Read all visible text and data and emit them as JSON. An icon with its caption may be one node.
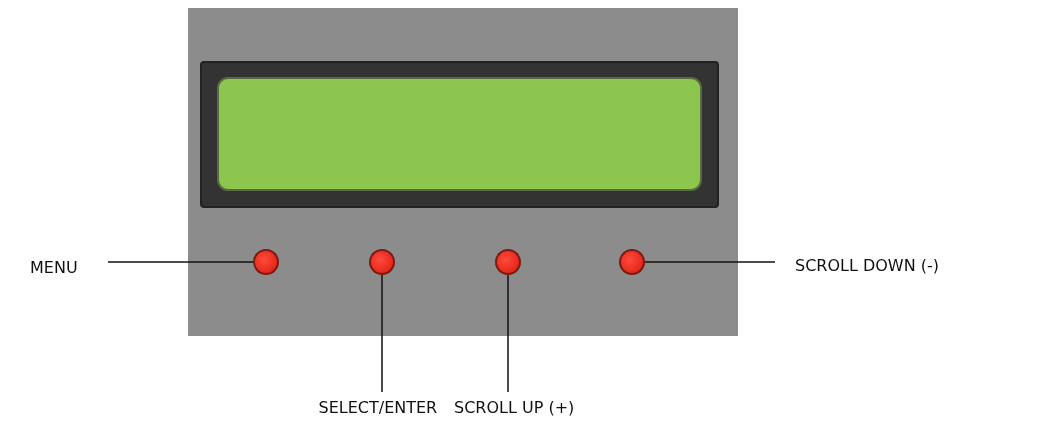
{
  "diagram": {
    "nodes": [
      {
        "text": [
          "MENU"
        ]
      },
      {
        "text": [
          "SELECT/ENTER"
        ]
      },
      {
        "text": [
          "SCROLL UP (+)"
        ]
      },
      {
        "text": [
          "SCROLL DOWN (-)"
        ]
      },
      {
        "text": [],
        "shape": "circle"
      },
      {
        "text": [],
        "shape": "circle"
      },
      {
        "text": [],
        "shape": "circle"
      },
      {
        "text": [],
        "shape": "circle"
      }
    ],
    "edges": [
      {
        "from": 0,
        "to": 4,
        "arrow": "none"
      },
      {
        "from": 1,
        "to": 5,
        "arrow": "none"
      },
      {
        "from": 2,
        "to": 6,
        "arrow": "none"
      },
      {
        "from": 3,
        "to": 7,
        "arrow": "none"
      }
    ]
  }
}
